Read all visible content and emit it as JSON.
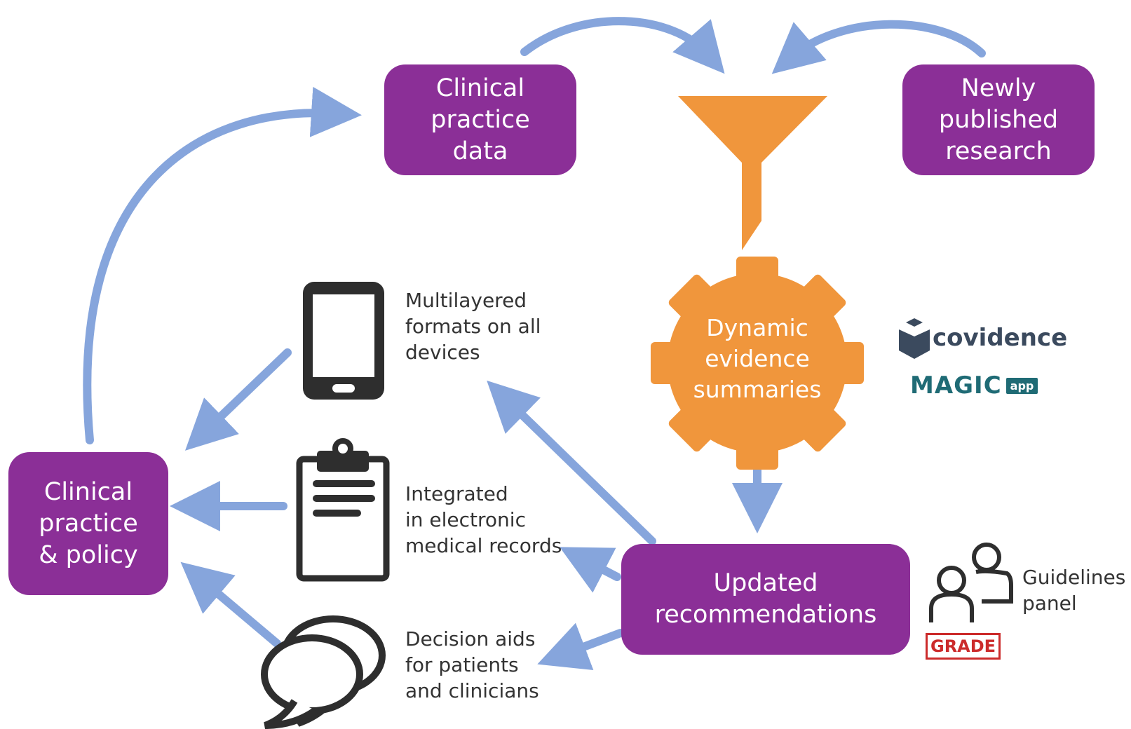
{
  "nodes": {
    "clinical_practice_data": "Clinical\npractice\ndata",
    "newly_published_research": "Newly\npublished\nresearch",
    "dynamic_evidence_summaries": "Dynamic\nevidence\nsummaries",
    "updated_recommendations": "Updated\nrecommendations",
    "clinical_practice_policy": "Clinical\npractice\n& policy"
  },
  "outputs": {
    "multilayered": "Multilayered\nformats on all\ndevices",
    "integrated": "Integrated\nin electronic\nmedical records",
    "decision_aids": "Decision aids\nfor patients\nand clinicians"
  },
  "tools": {
    "covidence": "covidence",
    "magic": "MAGIC",
    "magic_app": "app",
    "guidelines_panel": "Guidelines\npanel",
    "grade": "GRADE"
  },
  "colors": {
    "box": "#8b2f97",
    "arrow": "#86a5dc",
    "funnel": "#f0963c",
    "icon": "#2e2e2e"
  },
  "icons": [
    "tablet-icon",
    "clipboard-icon",
    "speech-bubbles-icon",
    "funnel-icon",
    "gear-icon",
    "people-icon",
    "covidence-logo-icon"
  ]
}
